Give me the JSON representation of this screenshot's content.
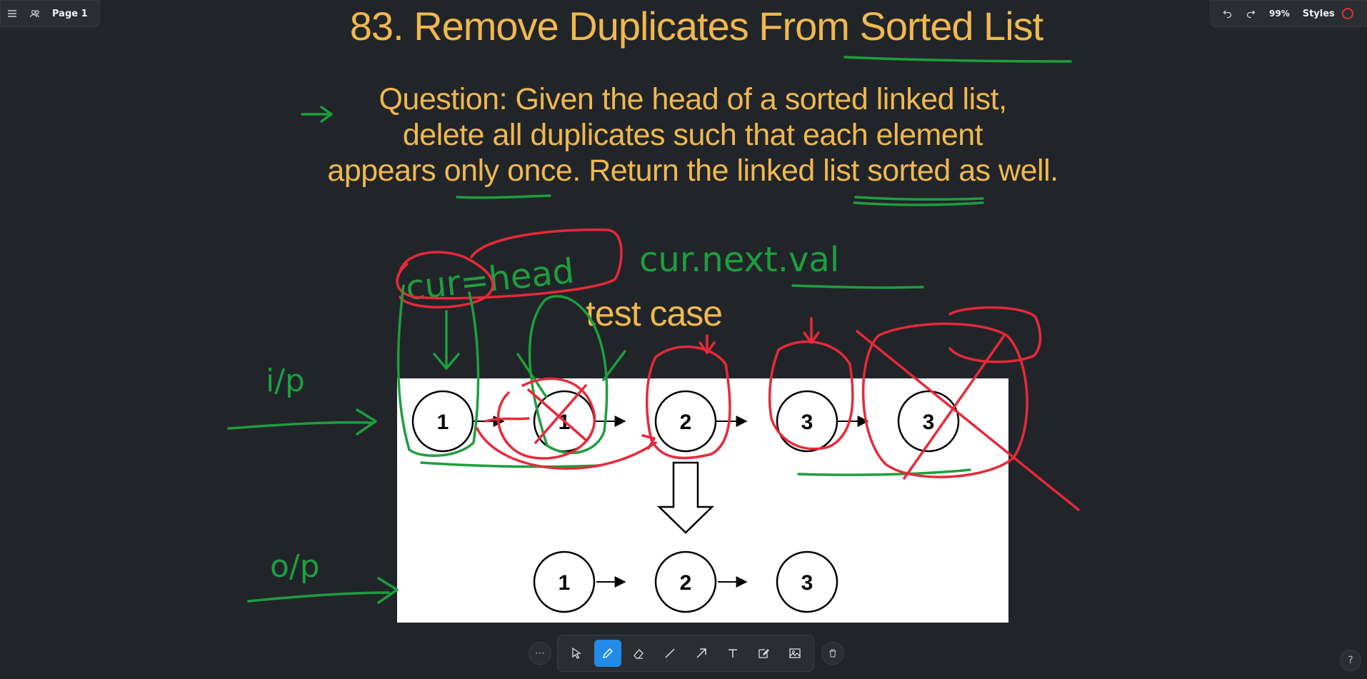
{
  "menu": {
    "page_label": "Page 1"
  },
  "history": {
    "zoom_level": "99%",
    "styles_label": "Styles"
  },
  "canvas": {
    "title": "83. Remove Duplicates From Sorted List",
    "question_lines": [
      "Question: Given the head of a sorted linked list,",
      "delete all duplicates such that each element",
      "appears only once. Return the linked list sorted as well."
    ],
    "test_case_label": "test case",
    "handwriting": {
      "cur_head": "cur=head",
      "cur_next_val": "cur.next.val",
      "input_label": "i/p",
      "output_label": "o/p"
    },
    "input_list": [
      "1",
      "1",
      "2",
      "3",
      "3"
    ],
    "output_list": [
      "1",
      "2",
      "3"
    ]
  },
  "toolbar": {
    "tools": [
      "more",
      "select",
      "draw",
      "eraser",
      "line",
      "arrow",
      "text",
      "note",
      "image"
    ],
    "active_tool": "draw"
  },
  "help": {
    "label": "?"
  },
  "colors": {
    "accent": "#f0b84f",
    "ink_green": "#1e9e3e",
    "ink_red": "#e8293a",
    "active_tool": "#228be6",
    "background": "#212529"
  }
}
